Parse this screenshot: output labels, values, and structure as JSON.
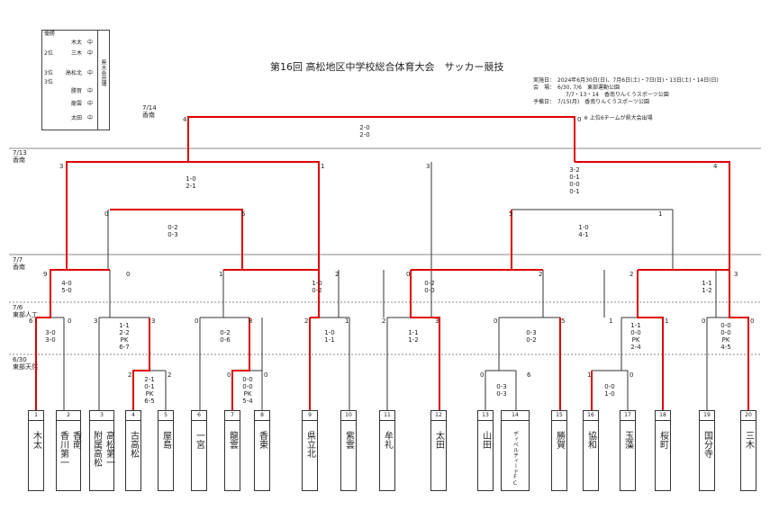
{
  "title": "第16回 高松地区中学校総合体育大会　サッカー競技",
  "ranking": {
    "rows": [
      {
        "place": "優勝",
        "team": "",
        "suffix": ""
      },
      {
        "place": "",
        "team": "木太",
        "suffix": "中"
      },
      {
        "place": "2位",
        "team": "三木",
        "suffix": "中"
      },
      {
        "place": "",
        "team": "",
        "suffix": ""
      },
      {
        "place": "3位",
        "team": "高松北",
        "suffix": "中"
      },
      {
        "place": "3位",
        "team": "",
        "suffix": ""
      },
      {
        "place": "",
        "team": "勝賀",
        "suffix": "中"
      },
      {
        "place": "",
        "team": "龍雲",
        "suffix": "中"
      },
      {
        "place": "",
        "team": "太田",
        "suffix": "中"
      }
    ],
    "side_label": "県大会出場"
  },
  "schedule": {
    "dates_label": "実施日：",
    "dates": "2024年6月30日(日)、7月6日(土)・7日(日)・13日(土)・14日(日)",
    "venue_label": "会　場：",
    "venue_1_date": "6/30, 7/6",
    "venue_1": "東部運動公園",
    "venue_2_date": "7/7・13・14",
    "venue_2": "香南りんくうスポーツ公園",
    "reserve_label": "予備日：",
    "reserve_date": "7/15(月)",
    "reserve_venue": "香南りんくうスポーツ公園",
    "note": "※ 上位6チームが県大会出場"
  },
  "rounds": [
    {
      "date": "7/14",
      "venue": "香南"
    },
    {
      "date": "7/13",
      "venue": "香南"
    },
    {
      "date": "7/7",
      "venue": "香南"
    },
    {
      "date": "7/6",
      "venue": "東部人工"
    },
    {
      "date": "6/30",
      "venue": "東部天然"
    }
  ],
  "teams": [
    {
      "num": "1",
      "name": "木太"
    },
    {
      "num": "2",
      "name": "香川第一"
    },
    {
      "num": "2b",
      "name": "香南"
    },
    {
      "num": "3",
      "name": "附属高松"
    },
    {
      "num": "3b",
      "name": "高松第一"
    },
    {
      "num": "4",
      "name": "古高松"
    },
    {
      "num": "5",
      "name": "屋島"
    },
    {
      "num": "6",
      "name": "一宮"
    },
    {
      "num": "7",
      "name": "龍雲"
    },
    {
      "num": "8",
      "name": "香東"
    },
    {
      "num": "9",
      "name": "県立北"
    },
    {
      "num": "10",
      "name": "紫雲"
    },
    {
      "num": "11",
      "name": "牟礼"
    },
    {
      "num": "12",
      "name": "太田"
    },
    {
      "num": "13",
      "name": "山田"
    },
    {
      "num": "14",
      "name": "ディベルティードFC"
    },
    {
      "num": "15",
      "name": "勝賀"
    },
    {
      "num": "16",
      "name": "協和"
    },
    {
      "num": "17",
      "name": "玉藻"
    },
    {
      "num": "18",
      "name": "桜町"
    },
    {
      "num": "19",
      "name": "国分寺"
    },
    {
      "num": "20",
      "name": "三木"
    }
  ],
  "scores": {
    "final": [
      "2-0",
      "2-0"
    ],
    "final_left": "4",
    "final_right": "0",
    "sf_left": [
      "1-0",
      "2-1"
    ],
    "sf_left_l": "3",
    "sf_left_r": "1",
    "sf_right": [
      "3-2",
      "0-1",
      "0-0",
      "0-1"
    ],
    "sf_right_l": "3",
    "sf_right_r": "4",
    "qf1": [
      "0-2",
      "0-3"
    ],
    "qf1_l": "0",
    "qf1_r": "5",
    "qf2": [
      "1-0",
      "4-1"
    ],
    "qf2_l": "5",
    "qf2_r": "1",
    "r16_1": [
      "4-0",
      "5-0"
    ],
    "r16_1_l": "9",
    "r16_1_r": "0",
    "r16_2": [
      "1-0",
      "0-2"
    ],
    "r16_2_l": "1",
    "r16_2_r": "2",
    "r16_3": [
      "0-2",
      "0-0"
    ],
    "r16_3_l": "0",
    "r16_3_r": "2",
    "r16_4": [
      "1-1",
      "1-2"
    ],
    "r16_4_l": "2",
    "r16_4_r": "3",
    "r1_1": [
      "3-0",
      "3-0"
    ],
    "r1_1_l": "6",
    "r1_1_r": "0",
    "r1_2": [
      "1-1",
      "2-2",
      "PK",
      "6-7"
    ],
    "r1_2_l": "3",
    "r1_2_r": "3",
    "r1_3": [
      "0-2",
      "0-6"
    ],
    "r1_3_l": "0",
    "r1_3_r": "8",
    "r1_4": [
      "1-0",
      "1-1"
    ],
    "r1_4_l": "2",
    "r1_4_r": "1",
    "r1_5": [
      "1-1",
      "1-2"
    ],
    "r1_5_l": "2",
    "r1_5_r": "3",
    "r1_6": [
      "0-3",
      "0-2"
    ],
    "r1_6_l": "0",
    "r1_6_r": "5",
    "r1_7": [
      "1-1",
      "0-0",
      "PK",
      "2-4"
    ],
    "r1_7_l": "1",
    "r1_7_r": "1",
    "r1_8": [
      "0-0",
      "0-0",
      "PK",
      "4-5"
    ],
    "r1_8_l": "0",
    "r1_8_r": "0",
    "p1": [
      "2-1",
      "0-1",
      "PK",
      "6-5"
    ],
    "p1_l": "2",
    "p1_r": "2",
    "p2": [
      "0-0",
      "0-0",
      "PK",
      "5-4"
    ],
    "p2_l": "0",
    "p2_r": "0",
    "p3": [
      "0-3",
      "0-3"
    ],
    "p3_l": "0",
    "p3_r": "6",
    "p4": [
      "0-0",
      "1-0"
    ],
    "p4_l": "1",
    "p4_r": "0"
  }
}
